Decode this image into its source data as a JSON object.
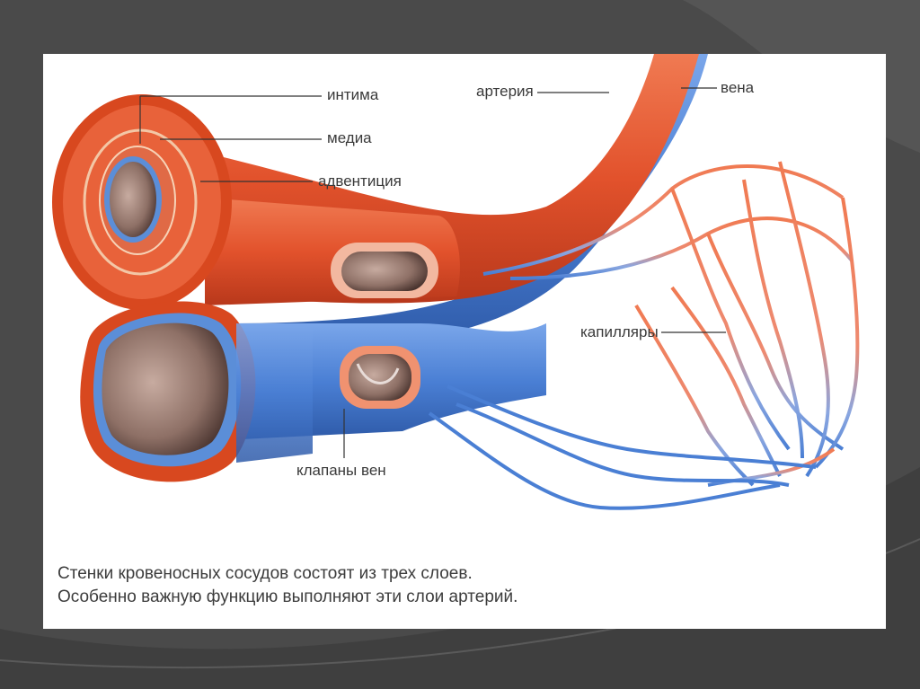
{
  "labels": {
    "intima": "интима",
    "media": "медиа",
    "adventitia": "адвентиция",
    "artery": "артерия",
    "vein": "вена",
    "capillaries": "капилляры",
    "vein_valves": "клапаны вен"
  },
  "caption": {
    "line1": "Стенки кровеносных сосудов состоят из трех слоев.",
    "line2": "Особенно важную функцию выполняют эти слои артерий."
  },
  "colors": {
    "artery": "#e2522c",
    "artery_dark": "#c23a1c",
    "vein": "#4a7fd4",
    "vein_dark": "#2f5db0",
    "lumen": "#8a6f64",
    "background": "#4a4a4a"
  }
}
